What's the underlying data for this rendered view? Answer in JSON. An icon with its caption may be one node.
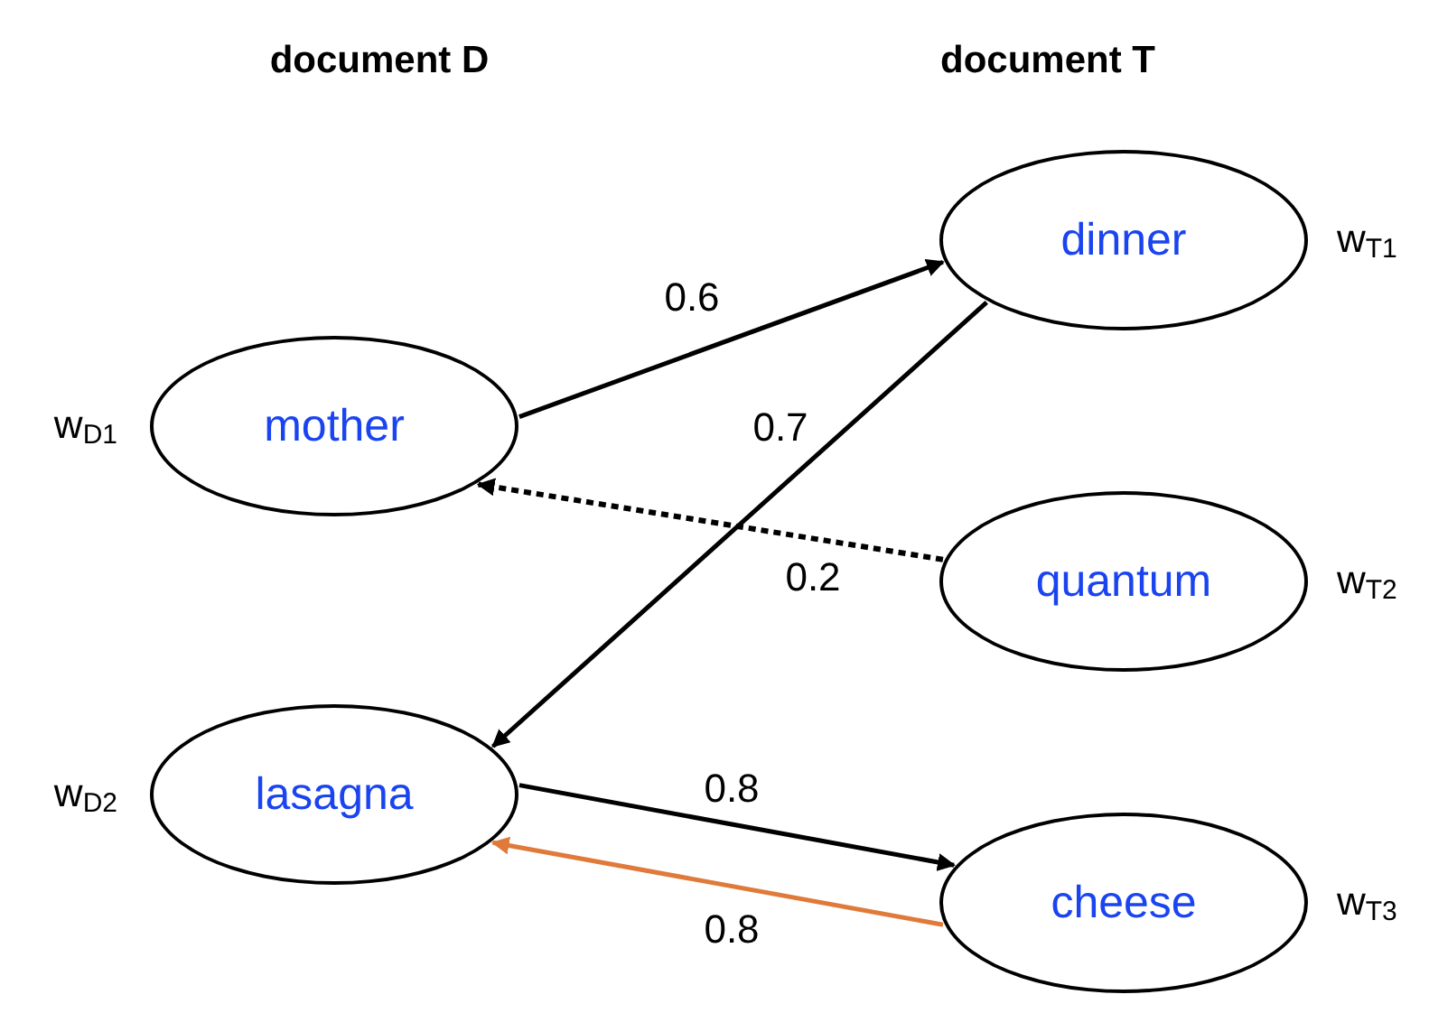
{
  "diagram": {
    "nodes": [
      {
        "text": [
          "mother"
        ],
        "beside": [
          "w$_{D1}$"
        ]
      },
      {
        "text": [
          "lasagna"
        ],
        "beside": [
          "w$_{D2}$"
        ]
      },
      {
        "text": [
          "dinner"
        ],
        "beside": [
          "w$_{T1}$"
        ]
      },
      {
        "text": [
          "quantum"
        ],
        "beside": [
          "w$_{T2}$"
        ]
      },
      {
        "text": [
          "cheese"
        ],
        "beside": [
          "w$_{T3}$"
        ]
      }
    ],
    "edges": [
      {
        "from": 0,
        "to": 2,
        "arrow": "to",
        "label": "0.6"
      },
      {
        "from": 2,
        "to": 1,
        "arrow": "to",
        "label": "0.7"
      },
      {
        "from": 3,
        "to": 0,
        "arrow": "to",
        "label": "0.2",
        "style": "dashed"
      },
      {
        "from": 1,
        "to": 4,
        "arrow": "to",
        "label": "0.8"
      },
      {
        "from": 4,
        "to": 1,
        "arrow": "to",
        "label": "0.8",
        "color": "#e07a3a"
      }
    ],
    "labels": [
      "document D",
      "document T"
    ]
  }
}
